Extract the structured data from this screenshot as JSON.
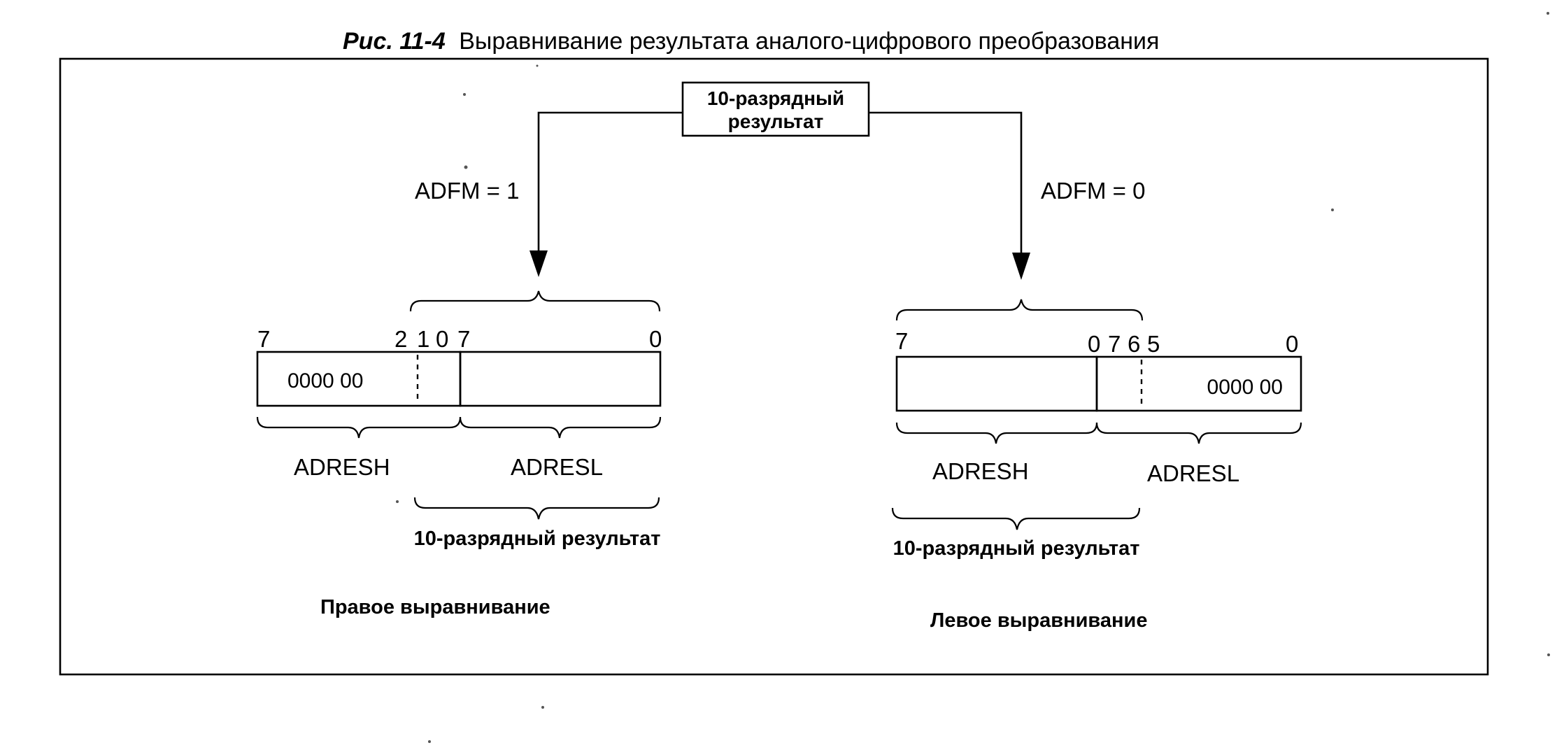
{
  "caption": {
    "label": "Рис. 11-4",
    "text": "Выравнивание результата аналого-цифрового преобразования"
  },
  "source_box": {
    "line1": "10-разрядный",
    "line2": "результат"
  },
  "right_justified": {
    "adfm_label": "ADFM = 1",
    "bit_numbers": [
      "7",
      "2",
      "1",
      "0",
      "7",
      "0"
    ],
    "adresh_content": "0000 00",
    "adresh_label": "ADRESH",
    "adresl_label": "ADRESL",
    "result_label": "10-разрядный результат",
    "title": "Правое выравнивание"
  },
  "left_justified": {
    "adfm_label": "ADFM = 0",
    "bit_numbers": [
      "7",
      "0",
      "7",
      "6",
      "5",
      "0"
    ],
    "adresl_content": "0000 00",
    "adresh_label": "ADRESH",
    "adresl_label": "ADRESL",
    "result_label": "10-разрядный результат",
    "title": "Левое выравнивание"
  }
}
